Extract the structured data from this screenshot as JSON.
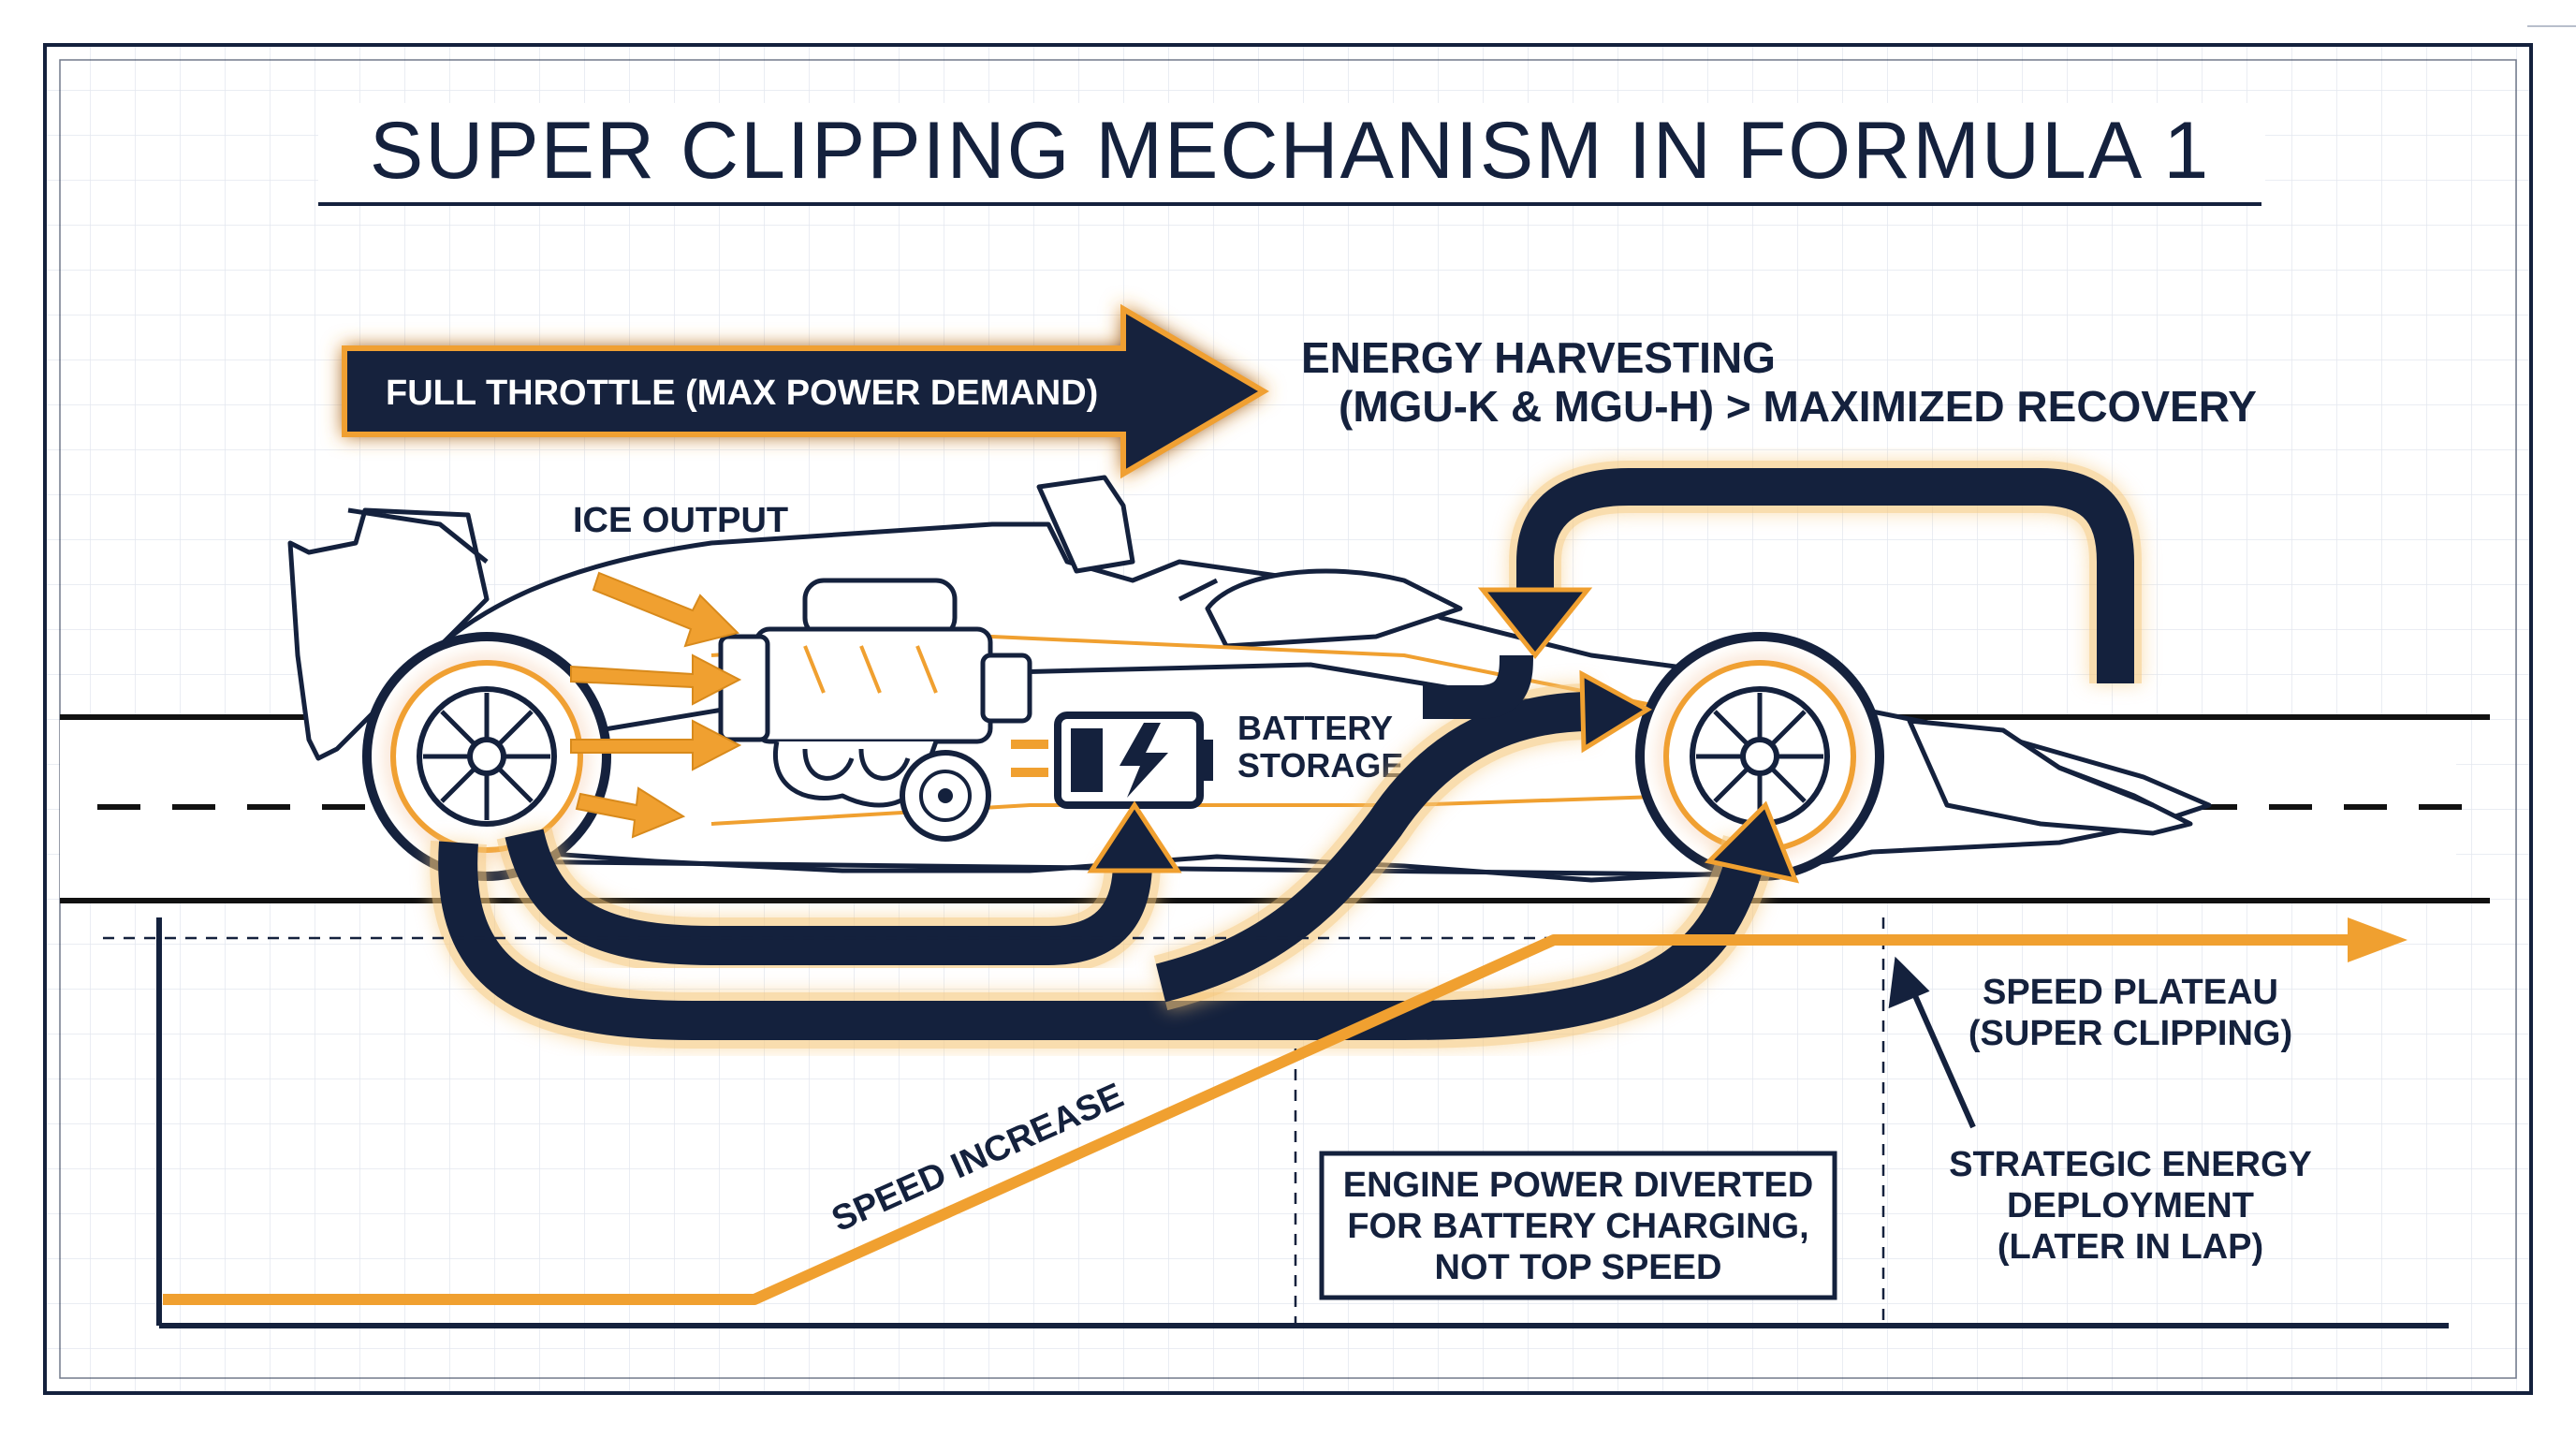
{
  "title": "SUPER CLIPPING MECHANISM IN FORMULA 1",
  "labels": {
    "full_throttle": "FULL THROTTLE (MAX POWER DEMAND)",
    "energy_harvesting_1": "ENERGY HARVESTING",
    "energy_harvesting_2": "(MGU-K & MGU-H) > MAXIMIZED RECOVERY",
    "ice_output": "ICE OUTPUT",
    "battery_1": "BATTERY",
    "battery_2": "STORAGE",
    "speed_increase": "SPEED INCREASE",
    "speed_plateau_1": "SPEED PLATEAU",
    "speed_plateau_2": "(SUPER CLIPPING)",
    "engine_power_1": "ENGINE POWER DIVERTED",
    "engine_power_2": "FOR BATTERY CHARGING,",
    "engine_power_3": "NOT TOP SPEED",
    "strategic_1": "STRATEGIC ENERGY",
    "strategic_2": "DEPLOYMENT",
    "strategic_3": "(LATER IN LAP)"
  },
  "icons": {
    "battery": "battery-bolt-icon",
    "engine": "v6-engine-icon",
    "turbo": "turbocharger-icon",
    "car": "f1-car-outline"
  },
  "colors": {
    "navy": "#14213d",
    "orange": "#f0a030",
    "glow": "#f6c77a",
    "grid": "#dfe4ee",
    "background": "#ffffff"
  }
}
